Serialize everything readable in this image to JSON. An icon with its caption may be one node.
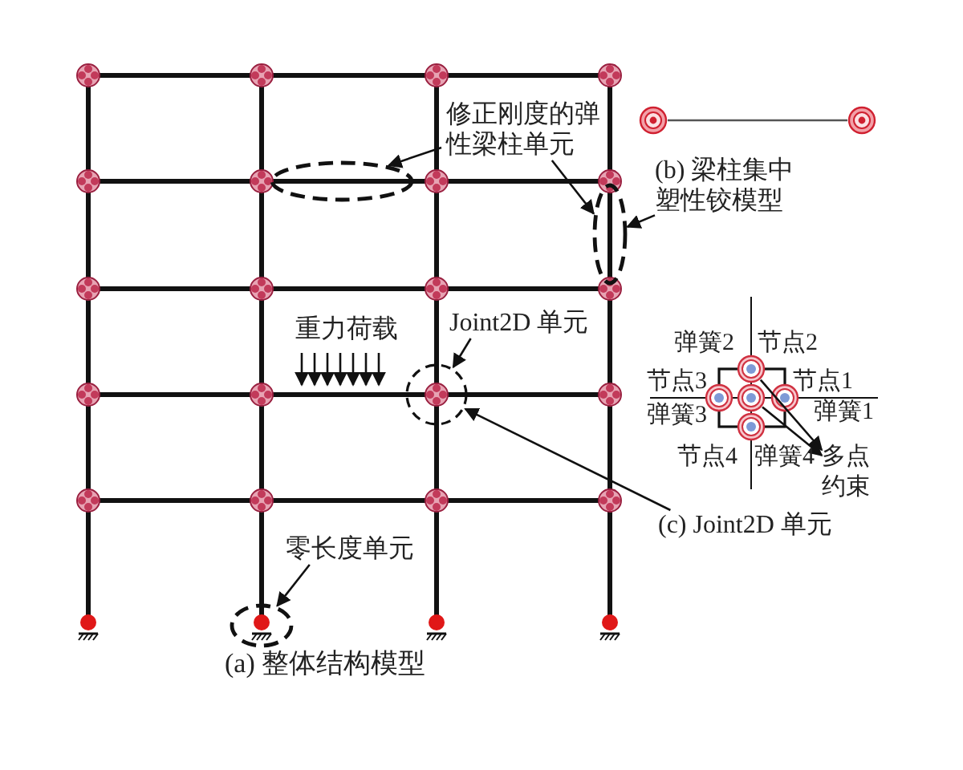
{
  "diagram": {
    "nodes": [
      {
        "text": [
          "修正刚度的弹性梁柱单元"
        ]
      },
      {
        "text": [],
        "shape": "ellipse"
      },
      {
        "text": [],
        "shape": "ellipse"
      },
      {
        "text": [],
        "shape": "circle"
      },
      {
        "text": [],
        "shape": "circle"
      },
      {
        "text": [
          "(b) 梁柱集中塑性铰模型"
        ]
      },
      {
        "text": [
          "Joint2D 单元"
        ]
      },
      {
        "text": [],
        "shape": "circle"
      },
      {
        "text": [],
        "shape": "circle"
      },
      {
        "text": [],
        "shape": "circle"
      },
      {
        "text": [
          "多点约束"
        ]
      },
      {
        "text": [
          "(c) Joint2D 单元"
        ]
      },
      {
        "text": [
          "零长度单元"
        ]
      },
      {
        "text": [],
        "shape": "ellipse"
      }
    ],
    "edges": [
      {
        "from": 0,
        "to": 1,
        "arrow": "to"
      },
      {
        "from": 0,
        "to": 2,
        "arrow": "to"
      },
      {
        "from": 5,
        "to": 2,
        "arrow": "to"
      },
      {
        "from": 3,
        "to": 4,
        "arrow": "none",
        "color": "#555555"
      },
      {
        "from": 6,
        "to": 7,
        "arrow": "to"
      },
      {
        "from": 11,
        "to": 7,
        "arrow": "to"
      },
      {
        "from": 8,
        "to": 10,
        "arrow": "to"
      },
      {
        "from": 9,
        "to": 10,
        "arrow": "to"
      },
      {
        "from": 12,
        "to": 13,
        "arrow": "to"
      }
    ],
    "labels": [
      "重力荷载",
      "弹簧2",
      "节点2",
      "节点3",
      "节点1",
      "弹簧3",
      "弹簧1",
      "节点4",
      "弹簧4",
      "(a) 整体结构模型"
    ]
  }
}
